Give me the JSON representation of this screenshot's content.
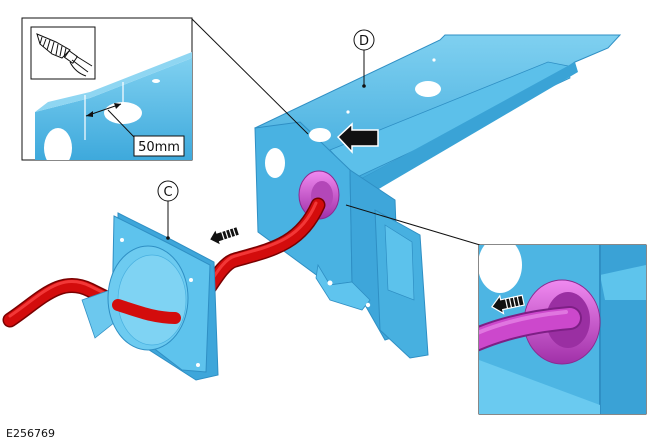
{
  "figure": {
    "id": "E256769",
    "colors": {
      "bracket": "#4fb8e6",
      "bracket_dark": "#2f8fc4",
      "bracket_light": "#8fd6f2",
      "cable_red": "#d01010",
      "cable_red_dark": "#8a0000",
      "grommet_magenta": "#d85ad8",
      "cable_magenta": "#cc44cc",
      "arrow": "#111111",
      "background": "#ffffff"
    }
  },
  "callouts": {
    "c": {
      "label": "C",
      "target": "connector-plate"
    },
    "d": {
      "label": "D",
      "target": "bracket"
    }
  },
  "inset_drill": {
    "dimension_label": "50mm",
    "tool_icon": "step-drill-bit-icon"
  },
  "inset_grommet": {
    "arrow_icon": "direction-arrow-icon"
  },
  "arrows": [
    {
      "name": "insert-arrow",
      "direction": "left",
      "style": "solid"
    },
    {
      "name": "cable-pull-arrow",
      "direction": "left",
      "style": "hatched"
    }
  ]
}
